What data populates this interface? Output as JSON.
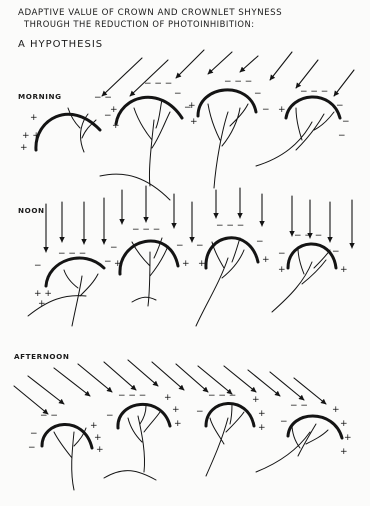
{
  "figure": {
    "title_line1": "ADAPTIVE VALUE OF CROWN AND CROWNLET SHYNESS",
    "title_line2": "THROUGH THE REDUCTION OF PHOTOINHIBITION:",
    "subtitle": "A HYPOTHESIS"
  },
  "panels": [
    {
      "label": "MORNING",
      "sun_direction": "from upper right"
    },
    {
      "label": "NOON",
      "sun_direction": "from directly above"
    },
    {
      "label": "AFTERNOON",
      "sun_direction": "from upper left"
    }
  ],
  "symbols": {
    "illuminated_mark": "−",
    "shaded_mark": "+"
  },
  "colors": {
    "ink": "#141414",
    "paper": "#fbfbfa"
  }
}
